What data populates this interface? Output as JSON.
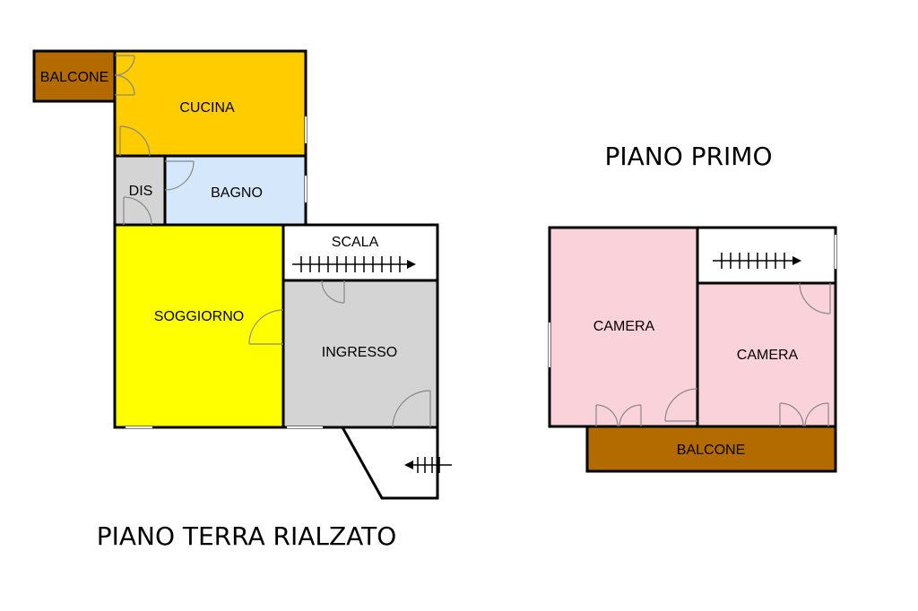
{
  "ground_floor": {
    "title": "PIANO TERRA RIALZATO",
    "rooms": {
      "balcone": "BALCONE",
      "cucina": "CUCINA",
      "dis": "DIS",
      "bagno": "BAGNO",
      "scala": "SCALA",
      "soggiorno": "SOGGIORNO",
      "ingresso": "INGRESSO"
    }
  },
  "first_floor": {
    "title": "PIANO PRIMO",
    "rooms": {
      "camera_left": "CAMERA",
      "camera_right": "CAMERA",
      "balcone": "BALCONE"
    }
  },
  "colors": {
    "balcone": "#b36b00",
    "cucina": "#ffcc00",
    "dis": "#d4d4d4",
    "bagno": "#d5e8fb",
    "soggiorno": "#ffff00",
    "ingresso": "#d4d4d4",
    "scala": "#ffffff",
    "camera": "#fad2da"
  }
}
